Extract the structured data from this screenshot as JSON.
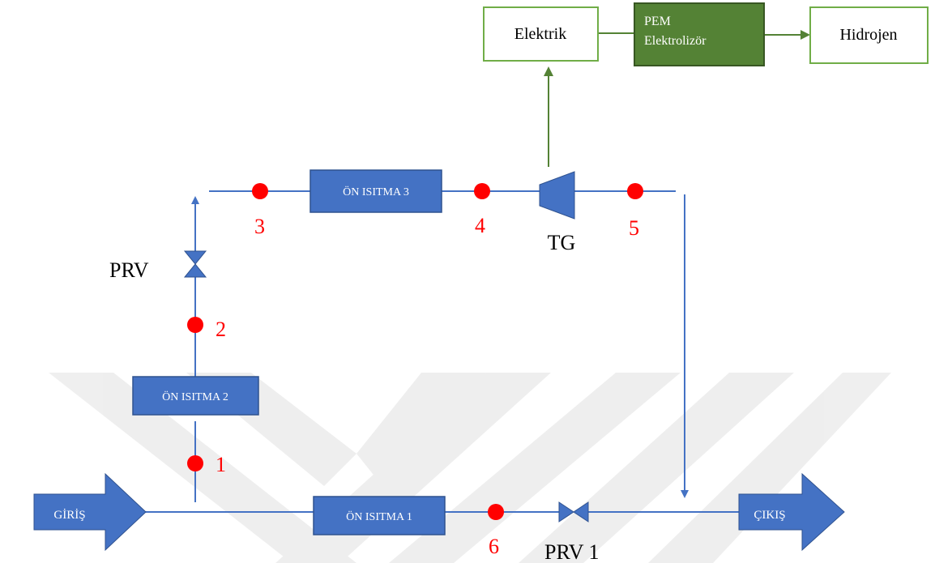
{
  "colors": {
    "pipe": "#4472c4",
    "block_fill": "#4472c4",
    "block_stroke": "#2f528f",
    "point": "#ff0000",
    "point_label": "#ff0000",
    "green": "#70ad47",
    "green_dark": "#548235",
    "watermark": "#ececec"
  },
  "labels": {
    "giris": "GİRİŞ",
    "cikis": "ÇIKIŞ",
    "preheat1": "ÖN ISITMA 1",
    "preheat2": "ÖN ISITMA 2",
    "preheat3": "ÖN ISITMA 3",
    "prv": "PRV",
    "prv1": "PRV 1",
    "tg": "TG",
    "elektrik": "Elektrik",
    "pem_line1": "PEM",
    "pem_line2": "Elektrolizör",
    "hidrojen": "Hidrojen"
  },
  "points": {
    "p1": "1",
    "p2": "2",
    "p3": "3",
    "p4": "4",
    "p5": "5",
    "p6": "6"
  },
  "icons": {
    "valve": "valve-icon",
    "turbine": "turbine-icon",
    "arrow": "arrow-icon"
  }
}
